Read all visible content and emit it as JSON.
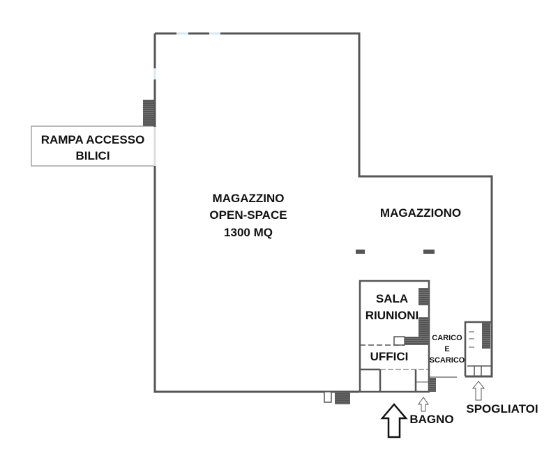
{
  "labels": {
    "ramp_line1": "RAMPA ACCESSO",
    "ramp_line2": "BILICI",
    "open_space_line1": "MAGAZZINO",
    "open_space_line2": "OPEN-SPACE",
    "open_space_line3": "1300 MQ",
    "warehouse": "MAGAZZIONO",
    "meeting_line1": "SALA",
    "meeting_line2": "RIUNIONI",
    "offices": "UFFICI",
    "loading_line1": "CARICO",
    "loading_line2": "E",
    "loading_line3": "SCARICO",
    "bathroom": "BAGNO",
    "changing_rooms": "SPOGLIATOI"
  },
  "colors": {
    "wall": "#555555",
    "stairs": "#555555",
    "window": "#d6e8f0",
    "door": "#e8a070"
  }
}
